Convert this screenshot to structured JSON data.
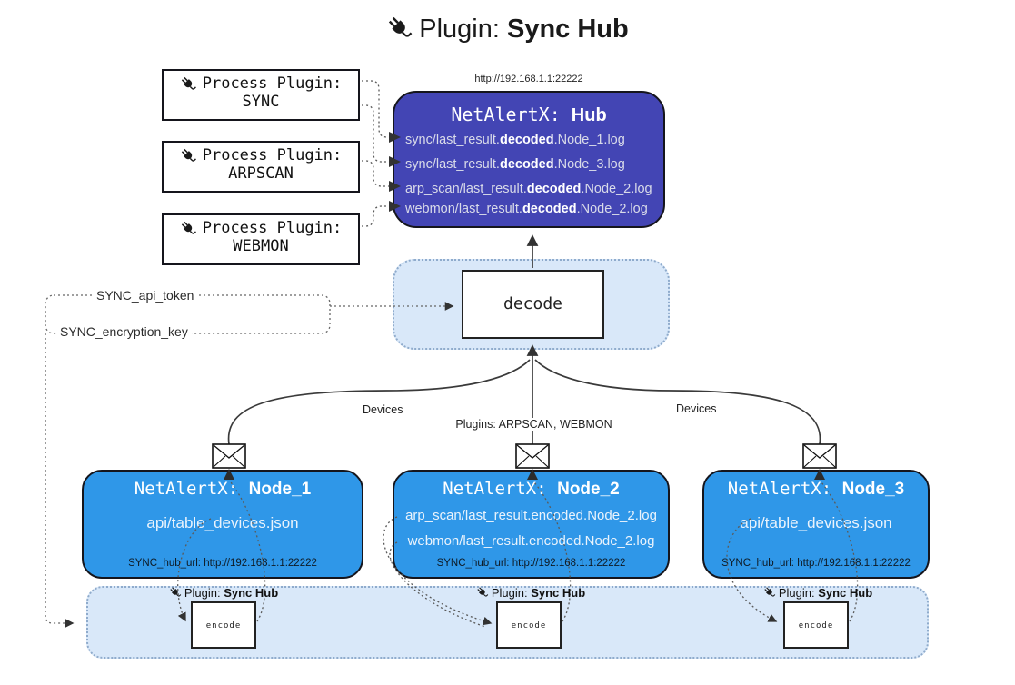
{
  "title": {
    "label": "Plugin:",
    "name": "Sync Hub"
  },
  "hub": {
    "url": "http://192.168.1.1:22222",
    "title_prefix": "NetAlertX: ",
    "title_name": "Hub",
    "logs": [
      {
        "pre": "sync/last_result.",
        "bold": "decoded",
        "post": ".Node_1.log"
      },
      {
        "pre": "sync/last_result.",
        "bold": "decoded",
        "post": ".Node_3.log"
      },
      {
        "pre": "arp_scan/last_result.",
        "bold": "decoded",
        "post": ".Node_2.log"
      },
      {
        "pre": "webmon/last_result.",
        "bold": "decoded",
        "post": ".Node_2.log"
      }
    ]
  },
  "process_plugins": [
    {
      "label": "Process Plugin:",
      "name": "SYNC"
    },
    {
      "label": "Process Plugin:",
      "name": "ARPSCAN"
    },
    {
      "label": "Process Plugin:",
      "name": "WEBMON"
    }
  ],
  "settings": {
    "api_token": "SYNC_api_token",
    "encryption_key": "SYNC_encryption_key"
  },
  "decode": {
    "label": "decode"
  },
  "edges": {
    "devices_left": "Devices",
    "devices_right": "Devices",
    "plugins_middle": "Plugins: ARPSCAN, WEBMON"
  },
  "nodes": [
    {
      "title_prefix": "NetAlertX: ",
      "title_name": "Node_1",
      "files": [
        "api/table_devices.json"
      ],
      "hub_url": "SYNC_hub_url: http://192.168.1.1:22222"
    },
    {
      "title_prefix": "NetAlertX: ",
      "title_name": "Node_2",
      "files": [
        "arp_scan/last_result.encoded.Node_2.log",
        "webmon/last_result.encoded.Node_2.log"
      ],
      "hub_url": "SYNC_hub_url: http://192.168.1.1:22222"
    },
    {
      "title_prefix": "NetAlertX: ",
      "title_name": "Node_3",
      "files": [
        "api/table_devices.json"
      ],
      "hub_url": "SYNC_hub_url: http://192.168.1.1:22222"
    }
  ],
  "band": {
    "plugins": [
      {
        "label": "Plugin:",
        "name": "Sync Hub",
        "box": "encode"
      },
      {
        "label": "Plugin:",
        "name": "Sync Hub",
        "box": "encode"
      },
      {
        "label": "Plugin:",
        "name": "Sync Hub",
        "box": "encode"
      }
    ]
  },
  "colors": {
    "hub_bg": "#4345b4",
    "node_bg": "#2f97e8",
    "panel_bg": "#d9e8f9",
    "panel_border": "#8fabcc"
  }
}
